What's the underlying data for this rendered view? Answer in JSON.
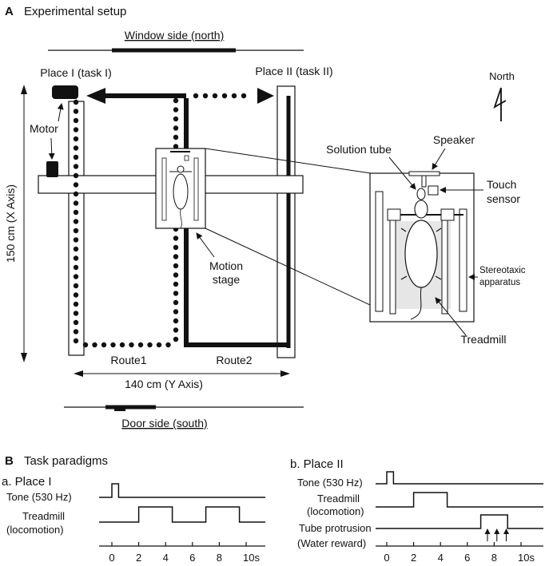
{
  "panel_a": {
    "letter": "A",
    "title": "Experimental setup",
    "window_side": "Window side (north)",
    "door_side": "Door side (south)",
    "place1": "Place I (task I)",
    "place2": "Place II (task II)",
    "north": "North",
    "motor": "Motor",
    "x_axis": "150 cm (X Axis)",
    "y_axis": "140 cm (Y Axis)",
    "route1": "Route1",
    "route2": "Route2",
    "motion_stage_line1": "Motion",
    "motion_stage_line2": "stage",
    "solution_tube": "Solution tube",
    "speaker": "Speaker",
    "touch_sensor_line1": "Touch",
    "touch_sensor_line2": "sensor",
    "stereotaxic_line1": "Stereotaxic",
    "stereotaxic_line2": "apparatus",
    "treadmill": "Treadmill"
  },
  "panel_b": {
    "letter": "B",
    "title": "Task paradigms",
    "place1": {
      "title": "a. Place I",
      "tone_label": "Tone (530 Hz)",
      "treadmill_line1": "Treadmill",
      "treadmill_line2": "(locomotion)",
      "tone_pulse": [
        0,
        0.5
      ],
      "treadmill_on": [
        [
          2,
          4.5
        ],
        [
          7,
          9.5
        ]
      ],
      "ticks": [
        "0",
        "2",
        "4",
        "6",
        "8",
        "10s"
      ]
    },
    "place2": {
      "title": "b. Place II",
      "tone_label": "Tone (530 Hz)",
      "treadmill_line1": "Treadmill",
      "treadmill_line2": "(locomotion)",
      "tube_line1": "Tube protrusion",
      "tube_line2": "(Water reward)",
      "tone_pulse": [
        0,
        0.5
      ],
      "treadmill_on": [
        [
          2,
          4.5
        ]
      ],
      "tube_on": [
        [
          7,
          9
        ]
      ],
      "reward_arrows": [
        7.5,
        8.2,
        8.9
      ],
      "ticks": [
        "0",
        "2",
        "4",
        "6",
        "8",
        "10s"
      ]
    }
  }
}
